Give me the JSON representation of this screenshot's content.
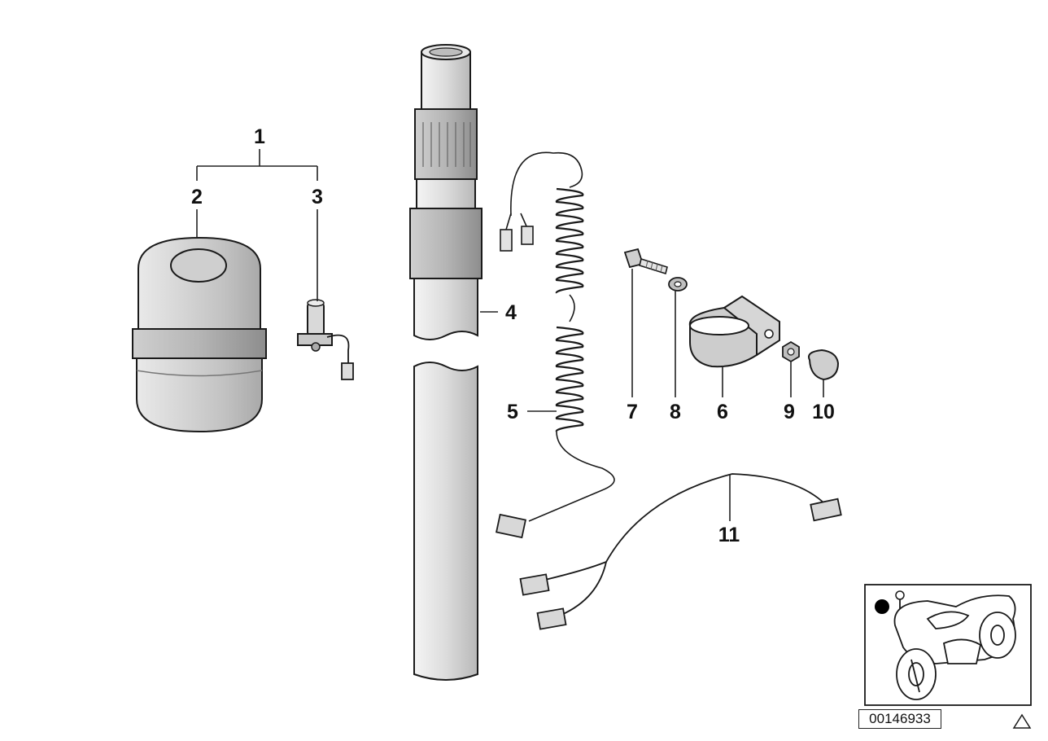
{
  "diagram": {
    "callouts": [
      {
        "id": "1",
        "label": "1"
      },
      {
        "id": "2",
        "label": "2"
      },
      {
        "id": "3",
        "label": "3"
      },
      {
        "id": "4",
        "label": "4"
      },
      {
        "id": "5",
        "label": "5"
      },
      {
        "id": "6",
        "label": "6"
      },
      {
        "id": "7",
        "label": "7"
      },
      {
        "id": "8",
        "label": "8"
      },
      {
        "id": "9",
        "label": "9"
      },
      {
        "id": "10",
        "label": "10"
      },
      {
        "id": "11",
        "label": "11"
      }
    ],
    "document_id": "00146933",
    "icons": [
      "motorcycle-thumbnail-icon",
      "warning-triangle-icon"
    ]
  }
}
